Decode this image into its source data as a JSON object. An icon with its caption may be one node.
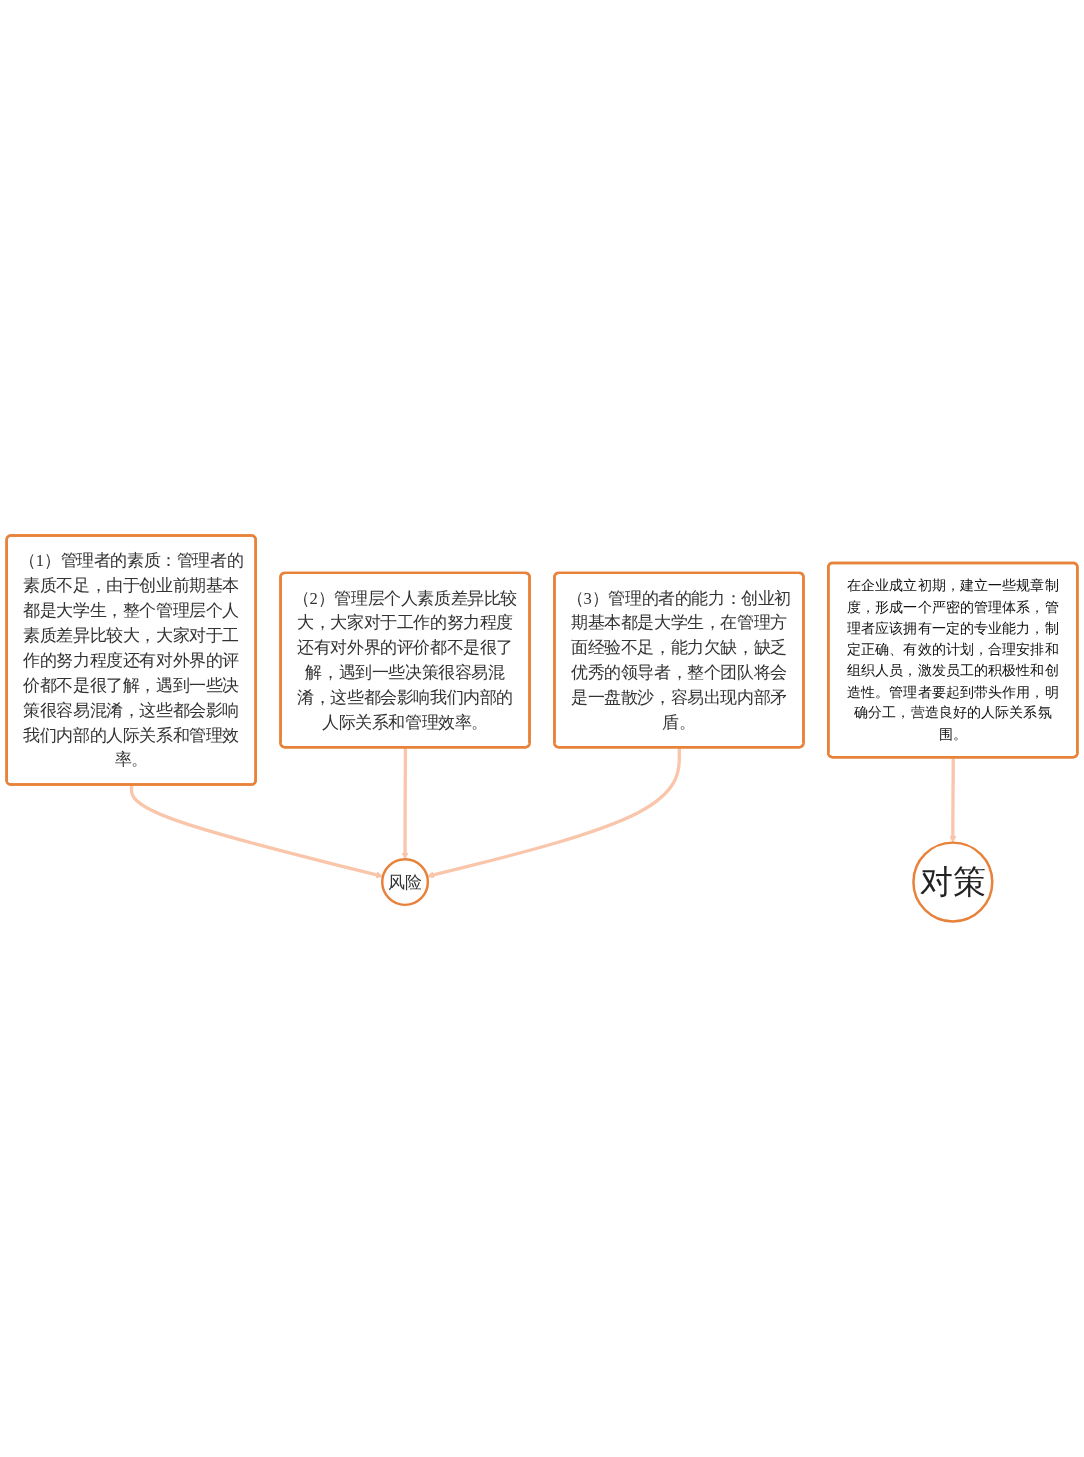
{
  "diagram": {
    "nodes": [
      {
        "text": [
          "（1）管理者的素质：管理者的素质不足，由于创业前期基本都是大学生，整个管理层个人素质差异比较大，大家对于工作的努力程度还有对外界的评价都不是很了解，遇到一些决策很容易混淆，这些都会影响我们内部的人际关系和管理效率。"
        ]
      },
      {
        "text": [
          "（2）管理层个人素质差异比较大，大家对于工作的努力程度还有对外界的评价都不是很了解，遇到一些决策很容易混淆，这些都会影响我们内部的人际关系和管理效率。"
        ]
      },
      {
        "text": [
          "（3）管理的者的能力：创业初期基本都是大学生，在管理方面经验不足，能力欠缺，缺乏优秀的领导者，整个团队将会是一盘散沙，容易出现内部矛盾。"
        ]
      },
      {
        "text": [
          "风险"
        ]
      },
      {
        "text": [
          "在企业成立初期，建立一些规章制度，形成一个严密的管理体系，管理者应该拥有一定的专业能力，制定正确、有效的计划，合理安排和组织人员，激发员工的积极性和创造性。管理者要起到带头作用，明确分工，营造良好的人际关系氛围。"
        ]
      },
      {
        "text": [
          "对策"
        ]
      }
    ],
    "edges": [
      {
        "from": 0,
        "to": 3,
        "arrow": "to"
      },
      {
        "from": 1,
        "to": 3,
        "arrow": "to"
      },
      {
        "from": 2,
        "to": 3,
        "arrow": "to"
      },
      {
        "from": 4,
        "to": 5,
        "arrow": "to"
      }
    ]
  }
}
